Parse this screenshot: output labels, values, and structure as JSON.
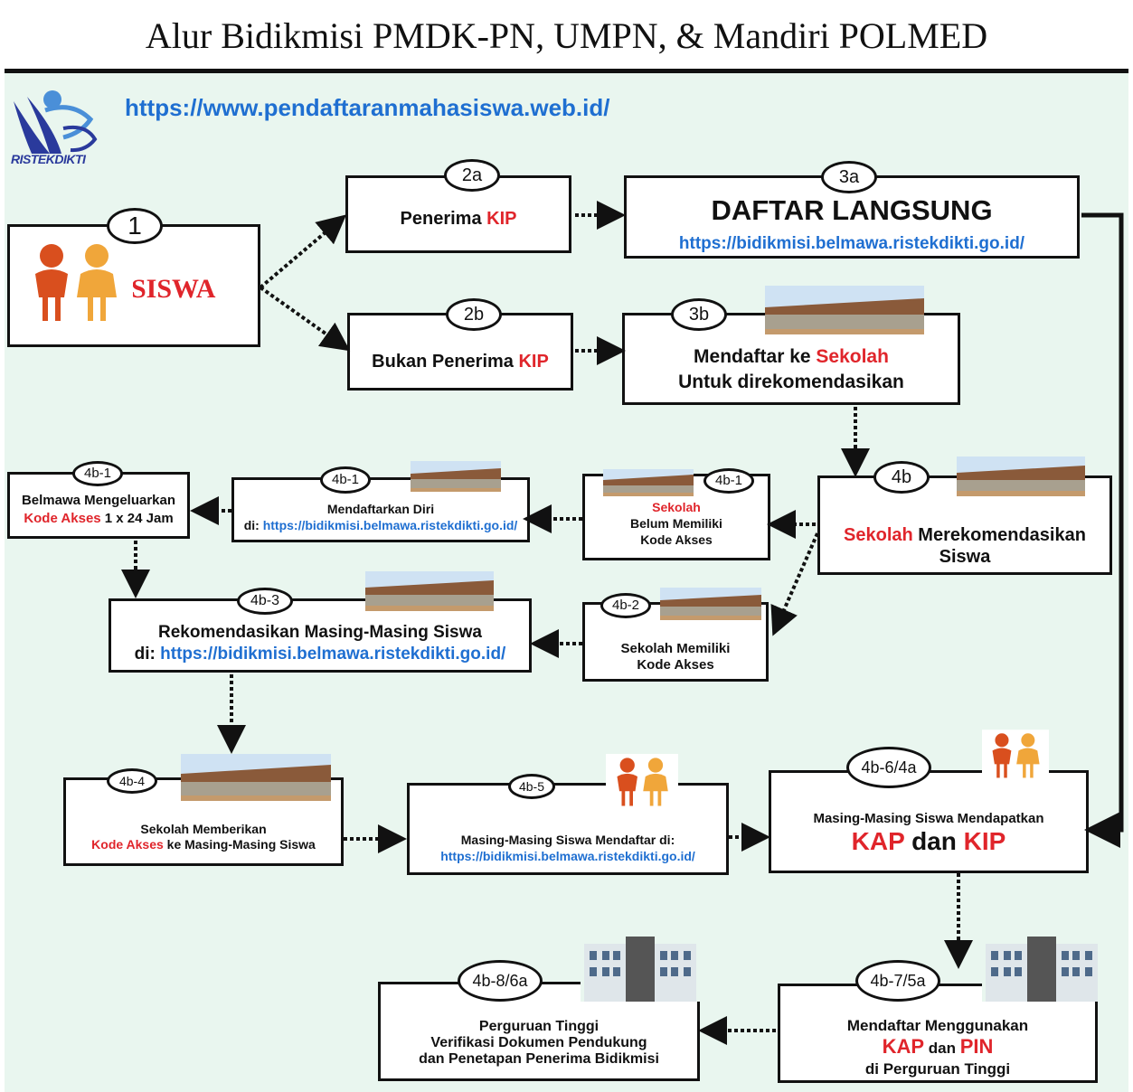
{
  "title": "Alur Bidikmisi PMDK-PN, UMPN, & Mandiri POLMED",
  "logo": {
    "text": "RISTEKDIKTI",
    "colors": {
      "primary": "#2a3a9c",
      "accent": "#4a8fd8"
    }
  },
  "top_url": "https://www.pendaftaranmahasiswa.web.id/",
  "colors": {
    "red": "#e0252b",
    "blue": "#1f6fd1",
    "panel": "#e9f6ef"
  },
  "nodes": {
    "n1": {
      "badge": "1",
      "label": "SISWA"
    },
    "n2a": {
      "badge": "2a",
      "label": "Penerima ",
      "label_red": "KIP"
    },
    "n2b": {
      "badge": "2b",
      "label": "Bukan Penerima ",
      "label_red": "KIP"
    },
    "n3a": {
      "badge": "3a",
      "label": "DAFTAR LANGSUNG",
      "url": "https://bidikmisi.belmawa.ristekdikti.go.id/"
    },
    "n3b": {
      "badge": "3b",
      "line1": "Mendaftar ke ",
      "line1_red": "Sekolah",
      "line2": "Untuk direkomendasikan"
    },
    "n4b": {
      "badge": "4b",
      "line1_red": "Sekolah",
      "line1": " Merekomendasikan",
      "line2": "Siswa"
    },
    "n4b1_school": {
      "badge": "4b-1",
      "line1_red": "Sekolah",
      "line2": "Belum Memiliki",
      "line3": "Kode Akses"
    },
    "n4b1_register": {
      "badge": "4b-1",
      "line1": "Mendaftarkan Diri",
      "line2": "di: ",
      "url": "https://bidikmisi.belmawa.ristekdikti.go.id/"
    },
    "n4b1_belmawa": {
      "badge": "4b-1",
      "line1": "Belmawa Mengeluarkan",
      "line2_red": "Kode Akses",
      "line2": " 1 x 24 Jam"
    },
    "n4b2": {
      "badge": "4b-2",
      "line1": "Sekolah Memiliki",
      "line2": "Kode Akses"
    },
    "n4b3": {
      "badge": "4b-3",
      "line1": "Rekomendasikan Masing-Masing Siswa",
      "line2": "di: ",
      "url": "https://bidikmisi.belmawa.ristekdikti.go.id/"
    },
    "n4b4": {
      "badge": "4b-4",
      "line1": "Sekolah Memberikan",
      "line2_red": "Kode Akses",
      "line2": " ke Masing-Masing Siswa"
    },
    "n4b5": {
      "badge": "4b-5",
      "line1": "Masing-Masing Siswa Mendaftar di:",
      "url": "https://bidikmisi.belmawa.ristekdikti.go.id/"
    },
    "n4b6": {
      "badge": "4b-6/4a",
      "line1": "Masing-Masing Siswa Mendapatkan",
      "red1": "KAP",
      "mid": " dan ",
      "red2": "KIP"
    },
    "n4b7": {
      "badge": "4b-7/5a",
      "line1": "Mendaftar Menggunakan",
      "red1": "KAP",
      "mid": " dan ",
      "red2": "PIN",
      "line3": "di Perguruan Tinggi"
    },
    "n4b8": {
      "badge": "4b-8/6a",
      "line1": "Perguruan Tinggi",
      "line2": "Verifikasi Dokumen Pendukung",
      "line3": "dan Penetapan Penerima Bidikmisi"
    }
  }
}
